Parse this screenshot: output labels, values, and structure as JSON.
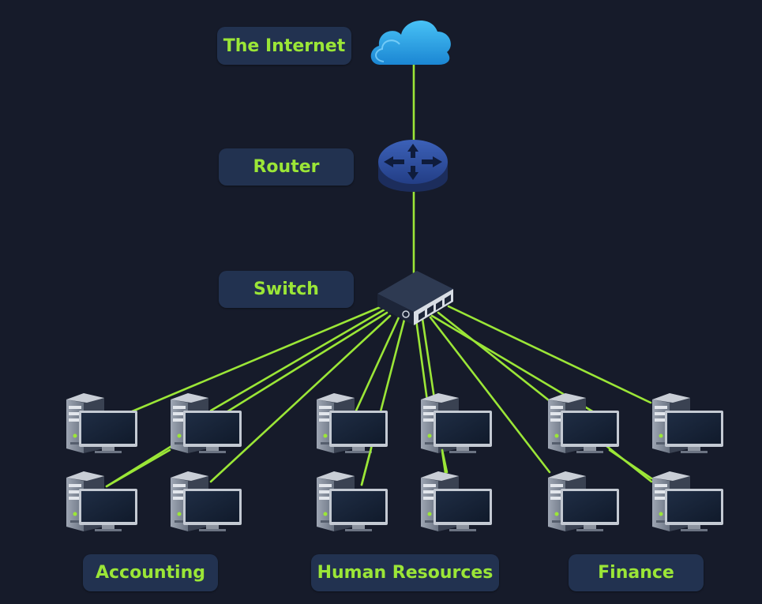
{
  "labels": {
    "internet": "The Internet",
    "router": "Router",
    "switch": "Switch",
    "accounting": "Accounting",
    "human_resources": "Human Resources",
    "finance": "Finance"
  },
  "nodes": {
    "cloud": "cloud-icon",
    "router": "router-icon",
    "switch": "switch-icon",
    "computer": "desktop-computer-icon"
  },
  "colors": {
    "background": "#161b2a",
    "label_bg": "#223250",
    "label_text": "#9be637",
    "link": "#9be637",
    "cloud": "#2aa7e8",
    "router": "#2f4d9a"
  }
}
